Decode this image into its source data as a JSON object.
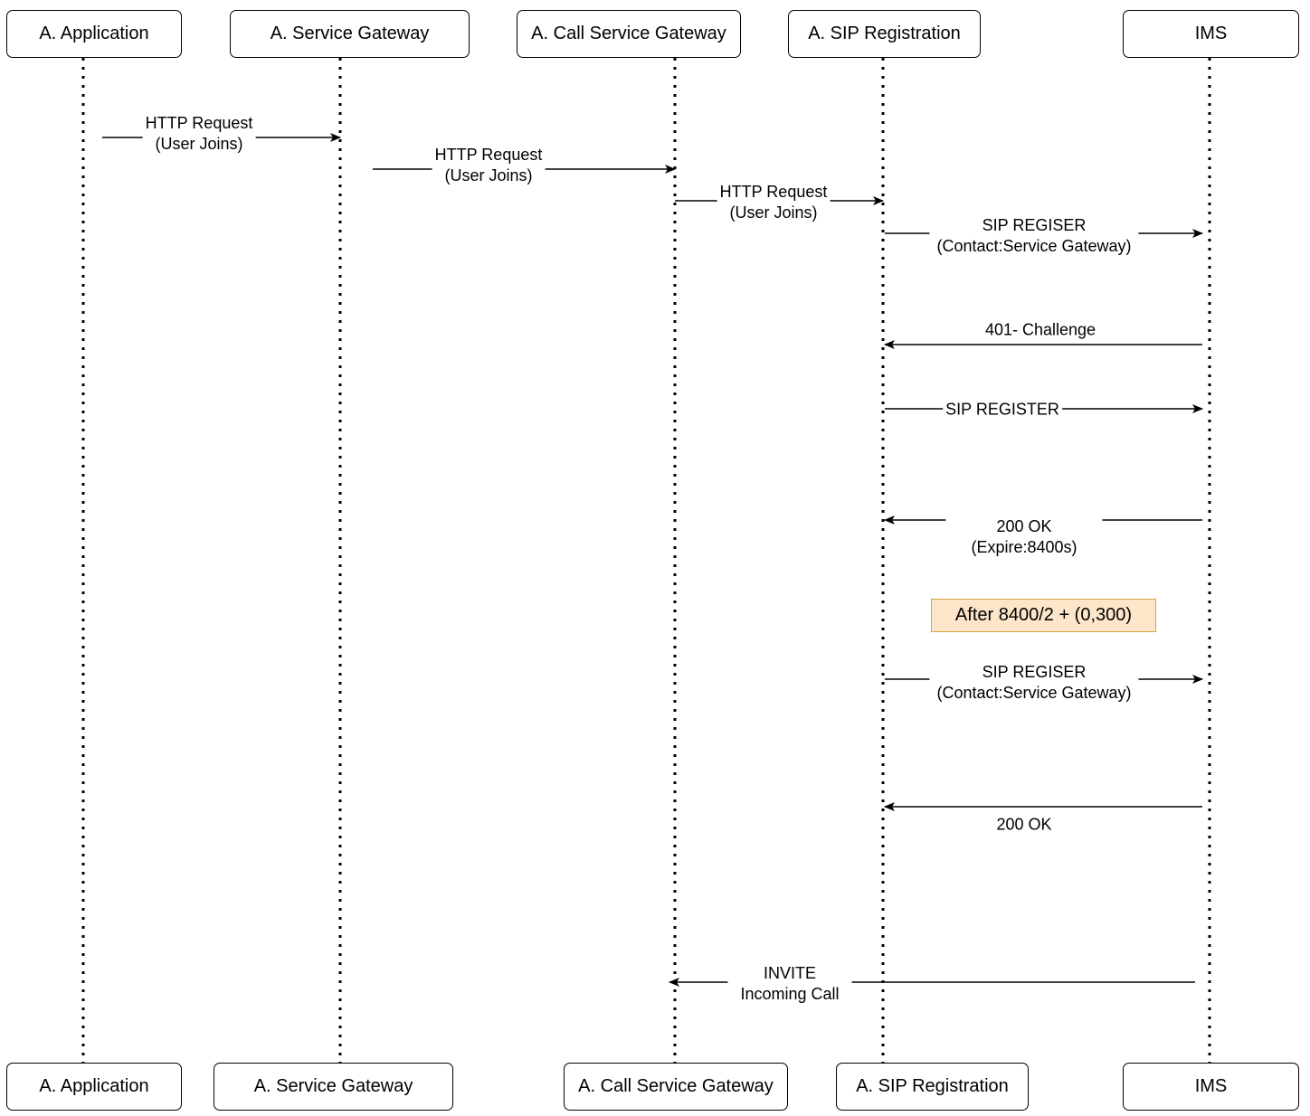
{
  "participants_top": [
    {
      "label": "A. Application"
    },
    {
      "label": "A. Service Gateway"
    },
    {
      "label": "A. Call Service Gateway"
    },
    {
      "label": "A. SIP Registration"
    },
    {
      "label": "IMS"
    }
  ],
  "participants_bottom": [
    {
      "label": "A. Application"
    },
    {
      "label": "A. Service Gateway"
    },
    {
      "label": "A. Call Service Gateway"
    },
    {
      "label": "A. SIP Registration"
    },
    {
      "label": "IMS"
    }
  ],
  "messages": [
    {
      "line1": "HTTP Request",
      "line2": "(User Joins)"
    },
    {
      "line1": "HTTP Request",
      "line2": "(User Joins)"
    },
    {
      "line1": "HTTP Request",
      "line2": "(User Joins)"
    },
    {
      "line1": "SIP REGISER",
      "line2": "(Contact:Service Gateway)"
    },
    {
      "line1": "401- Challenge",
      "line2": ""
    },
    {
      "line1": "SIP REGISTER",
      "line2": ""
    },
    {
      "line1": "200 OK",
      "line2": "(Expire:8400s)"
    },
    {
      "line1": "SIP REGISER",
      "line2": "(Contact:Service Gateway)"
    },
    {
      "line1": "200 OK",
      "line2": ""
    },
    {
      "line1": "INVITE",
      "line2": "Incoming Call"
    }
  ],
  "note": {
    "text": "After 8400/2 + (0,300)"
  },
  "colors": {
    "note_fill": "#fce5c9",
    "note_border": "#d6a63c",
    "line": "#000000"
  }
}
